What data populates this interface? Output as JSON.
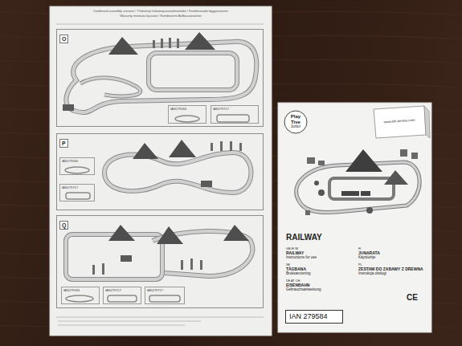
{
  "diagram": {
    "nodes": [
      {
        "text": [
          "O"
        ]
      },
      {
        "text": [
          "IAN279584"
        ],
        "in": 0
      },
      {
        "text": [
          "IAN279717"
        ],
        "in": 0
      },
      {
        "text": [
          "P"
        ]
      },
      {
        "text": [
          "IAN279584"
        ],
        "in": 3
      },
      {
        "text": [
          "IAN279717"
        ],
        "in": 3
      },
      {
        "text": [
          "Q"
        ]
      },
      {
        "text": [
          "IAN279584"
        ],
        "in": 6
      },
      {
        "text": [
          "IAN279717"
        ],
        "in": 6
      },
      {
        "text": [
          "IAN279717"
        ],
        "in": 6
      },
      {
        "text": [
          "IAN 279584"
        ]
      }
    ],
    "labels": [
      "Combined assembly variants / Yhdistetyt kokoonpanovaihtoehdot / Kombinerade byggvarianter",
      "Warianty montażu łączone / Kombinierte Aufbauvarianten",
      "Play",
      "Tive",
      "Junior",
      "www.lidl-service.com",
      "RAILWAY",
      "GB IE NI",
      "RAILWAY",
      "Instructions for use",
      "SE",
      "TÅGBANA",
      "Bruksanvisning",
      "DE AT CH",
      "EISENBAHN",
      "Gebrauchsanweisung",
      "FI",
      "JUNARATA",
      "Käyttöohje",
      "PL",
      "ZESTAW DO ZABAWY Z DREWNA",
      "Instrukcja obsługi",
      "CE"
    ]
  }
}
